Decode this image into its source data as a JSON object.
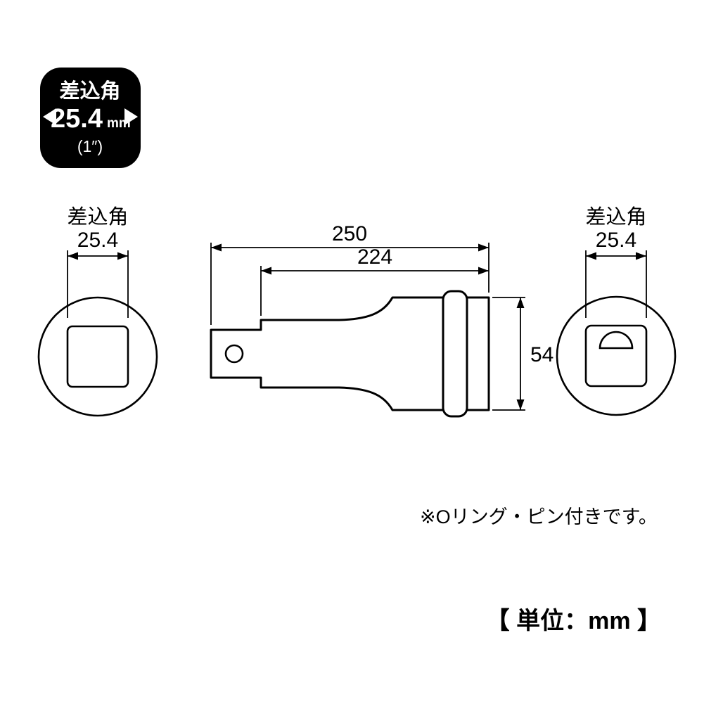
{
  "badge": {
    "title": "差込角",
    "size": "25.4",
    "unit": "mm",
    "inch": "(1″)"
  },
  "left_view": {
    "label": "差込角",
    "dimension": "25.4"
  },
  "right_view": {
    "label": "差込角",
    "dimension": "25.4"
  },
  "side_view": {
    "length_overall": "250",
    "length_shaft": "224",
    "diameter": "54"
  },
  "notes": {
    "oring_note": "※Oリング・ピン付きです。",
    "units_label": "【 単位：mm 】"
  },
  "colors": {
    "line": "#000000",
    "background": "#ffffff",
    "badge_background": "#000000",
    "badge_text": "#ffffff"
  }
}
